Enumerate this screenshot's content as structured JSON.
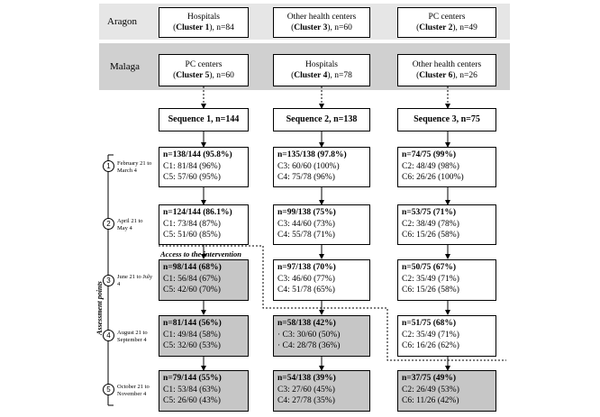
{
  "regions": [
    {
      "name": "Aragon",
      "cells": [
        {
          "title": "Hospitals",
          "cluster": "Cluster 1",
          "n": ", n=84"
        },
        {
          "title": "Other health centers",
          "cluster": "Cluster 3",
          "n": ", n=60"
        },
        {
          "title": "PC centers",
          "cluster": "Cluster 2",
          "n": ", n=49"
        }
      ]
    },
    {
      "name": "Malaga",
      "cells": [
        {
          "title": "PC centers",
          "cluster": "Cluster 5",
          "n": ", n=60"
        },
        {
          "title": "Hospitals",
          "cluster": "Cluster 4",
          "n": ", n=78"
        },
        {
          "title": "Other health centers",
          "cluster": "Cluster 6",
          "n": ", n=26"
        }
      ]
    }
  ],
  "sequences": [
    "Sequence 1, n=144",
    "Sequence 2, n=138",
    "Sequence 3, n=75"
  ],
  "assessment_axis_label": "Assessment points",
  "access_label": "Access to the intervention",
  "points": [
    {
      "num": "1",
      "date": "February 21 to March 4"
    },
    {
      "num": "2",
      "date": "April 21 to May 4"
    },
    {
      "num": "3",
      "date": "June 21 to July 4"
    },
    {
      "num": "4",
      "date": "August 21 to September 4"
    },
    {
      "num": "5",
      "date": "October 21 to November 4"
    }
  ],
  "rows": [
    [
      {
        "head": "n=138/144 (95.8%)",
        "a": "C1: 81/84 (96%)",
        "b": "C5: 57/60 (95%)",
        "shaded": false
      },
      {
        "head": "n=135/138 (97.8%)",
        "a": "C3: 60/60 (100%)",
        "b": "C4: 75/78 (96%)",
        "shaded": false
      },
      {
        "head": "n=74/75 (99%)",
        "a": "C2: 48/49 (98%)",
        "b": "C6: 26/26 (100%)",
        "shaded": false
      }
    ],
    [
      {
        "head": "n=124/144 (86.1%)",
        "a": "C1: 73/84 (87%)",
        "b": "C5: 51/60 (85%)",
        "shaded": false
      },
      {
        "head": "n=99/138 (75%)",
        "a": "C3: 44/60 (73%)",
        "b": "C4: 55/78 (71%)",
        "shaded": false
      },
      {
        "head": "n=53/75 (71%)",
        "a": "C2: 38/49 (78%)",
        "b": "C6: 15/26 (58%)",
        "shaded": false
      }
    ],
    [
      {
        "head": "n=98/144 (68%)",
        "a": "C1: 56/84 (67%)",
        "b": "C5: 42/60 (70%)",
        "shaded": true
      },
      {
        "head": "n=97/138 (70%)",
        "a": "C3: 46/60 (77%)",
        "b": "C4: 51/78 (65%)",
        "shaded": false
      },
      {
        "head": "n=50/75 (67%)",
        "a": "C2: 35/49 (71%)",
        "b": "C6: 15/26 (58%)",
        "shaded": false
      }
    ],
    [
      {
        "head": "n=81/144 (56%)",
        "a": "C1: 49/84 (58%)",
        "b": "C5: 32/60 (53%)",
        "shaded": true
      },
      {
        "head": "n=58/138 (42%)",
        "a": "· C3: 30/60 (50%)",
        "b": "· C4: 28/78 (36%)",
        "shaded": true
      },
      {
        "head": "n=51/75 (68%)",
        "a": "C2: 35/49 (71%)",
        "b": "C6: 16/26 (62%)",
        "shaded": false
      }
    ],
    [
      {
        "head": "n=79/144 (55%)",
        "a": "C1: 53/84 (63%)",
        "b": "C5: 26/60 (43%)",
        "shaded": true
      },
      {
        "head": "n=54/138 (39%)",
        "a": "C3: 27/60 (45%)",
        "b": "C4: 27/78 (35%)",
        "shaded": true
      },
      {
        "head": "n=37/75 (49%)",
        "a": "C2: 26/49 (53%)",
        "b": "C6: 11/26 (42%)",
        "shaded": true
      }
    ]
  ]
}
